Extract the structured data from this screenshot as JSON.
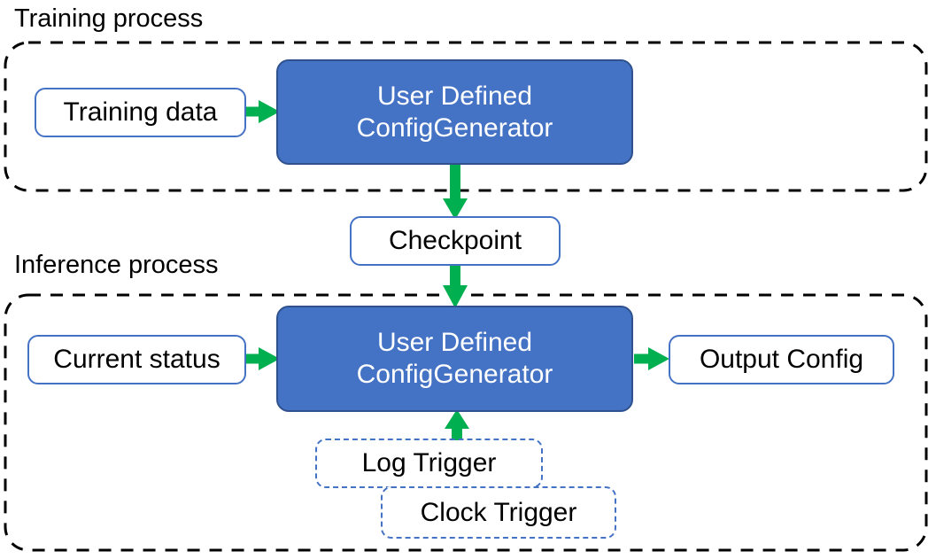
{
  "diagram": {
    "title_top": "Training process",
    "title_bottom": "Inference process",
    "colors": {
      "primary_fill": "#4472C4",
      "primary_border": "#2F528F",
      "plain_border": "#4472C4",
      "trigger_border": "#4472C4",
      "arrow": "#00B050",
      "container_border": "#000000",
      "background": "#FFFFFF",
      "text_dark": "#000000",
      "text_light": "#FFFFFF"
    },
    "groups": [
      {
        "id": "training",
        "label": "Training process",
        "style": "dashed-black-rounded"
      },
      {
        "id": "inference",
        "label": "Inference process",
        "style": "dashed-black-rounded"
      }
    ],
    "nodes": {
      "training_data": {
        "label": "Training data",
        "kind": "plain"
      },
      "training_generator_line1": {
        "label": "User Defined",
        "kind": "primary"
      },
      "training_generator_line2": {
        "label": "ConfigGenerator",
        "kind": "primary"
      },
      "checkpoint": {
        "label": "Checkpoint",
        "kind": "plain"
      },
      "current_status": {
        "label": "Current status",
        "kind": "plain"
      },
      "inference_generator_line1": {
        "label": "User Defined",
        "kind": "primary"
      },
      "inference_generator_line2": {
        "label": "ConfigGenerator",
        "kind": "primary"
      },
      "output_config": {
        "label": "Output Config",
        "kind": "plain"
      },
      "log_trigger": {
        "label": "Log Trigger",
        "kind": "trigger-dashed"
      },
      "clock_trigger": {
        "label": "Clock Trigger",
        "kind": "trigger-dashed"
      }
    },
    "edges": [
      {
        "from": "training_data",
        "to": "training_generator",
        "direction": "right"
      },
      {
        "from": "training_generator",
        "to": "checkpoint",
        "direction": "down"
      },
      {
        "from": "checkpoint",
        "to": "inference_generator",
        "direction": "down"
      },
      {
        "from": "current_status",
        "to": "inference_generator",
        "direction": "right"
      },
      {
        "from": "inference_generator",
        "to": "output_config",
        "direction": "right"
      },
      {
        "from": "log_trigger",
        "to": "inference_generator",
        "direction": "up"
      }
    ]
  }
}
